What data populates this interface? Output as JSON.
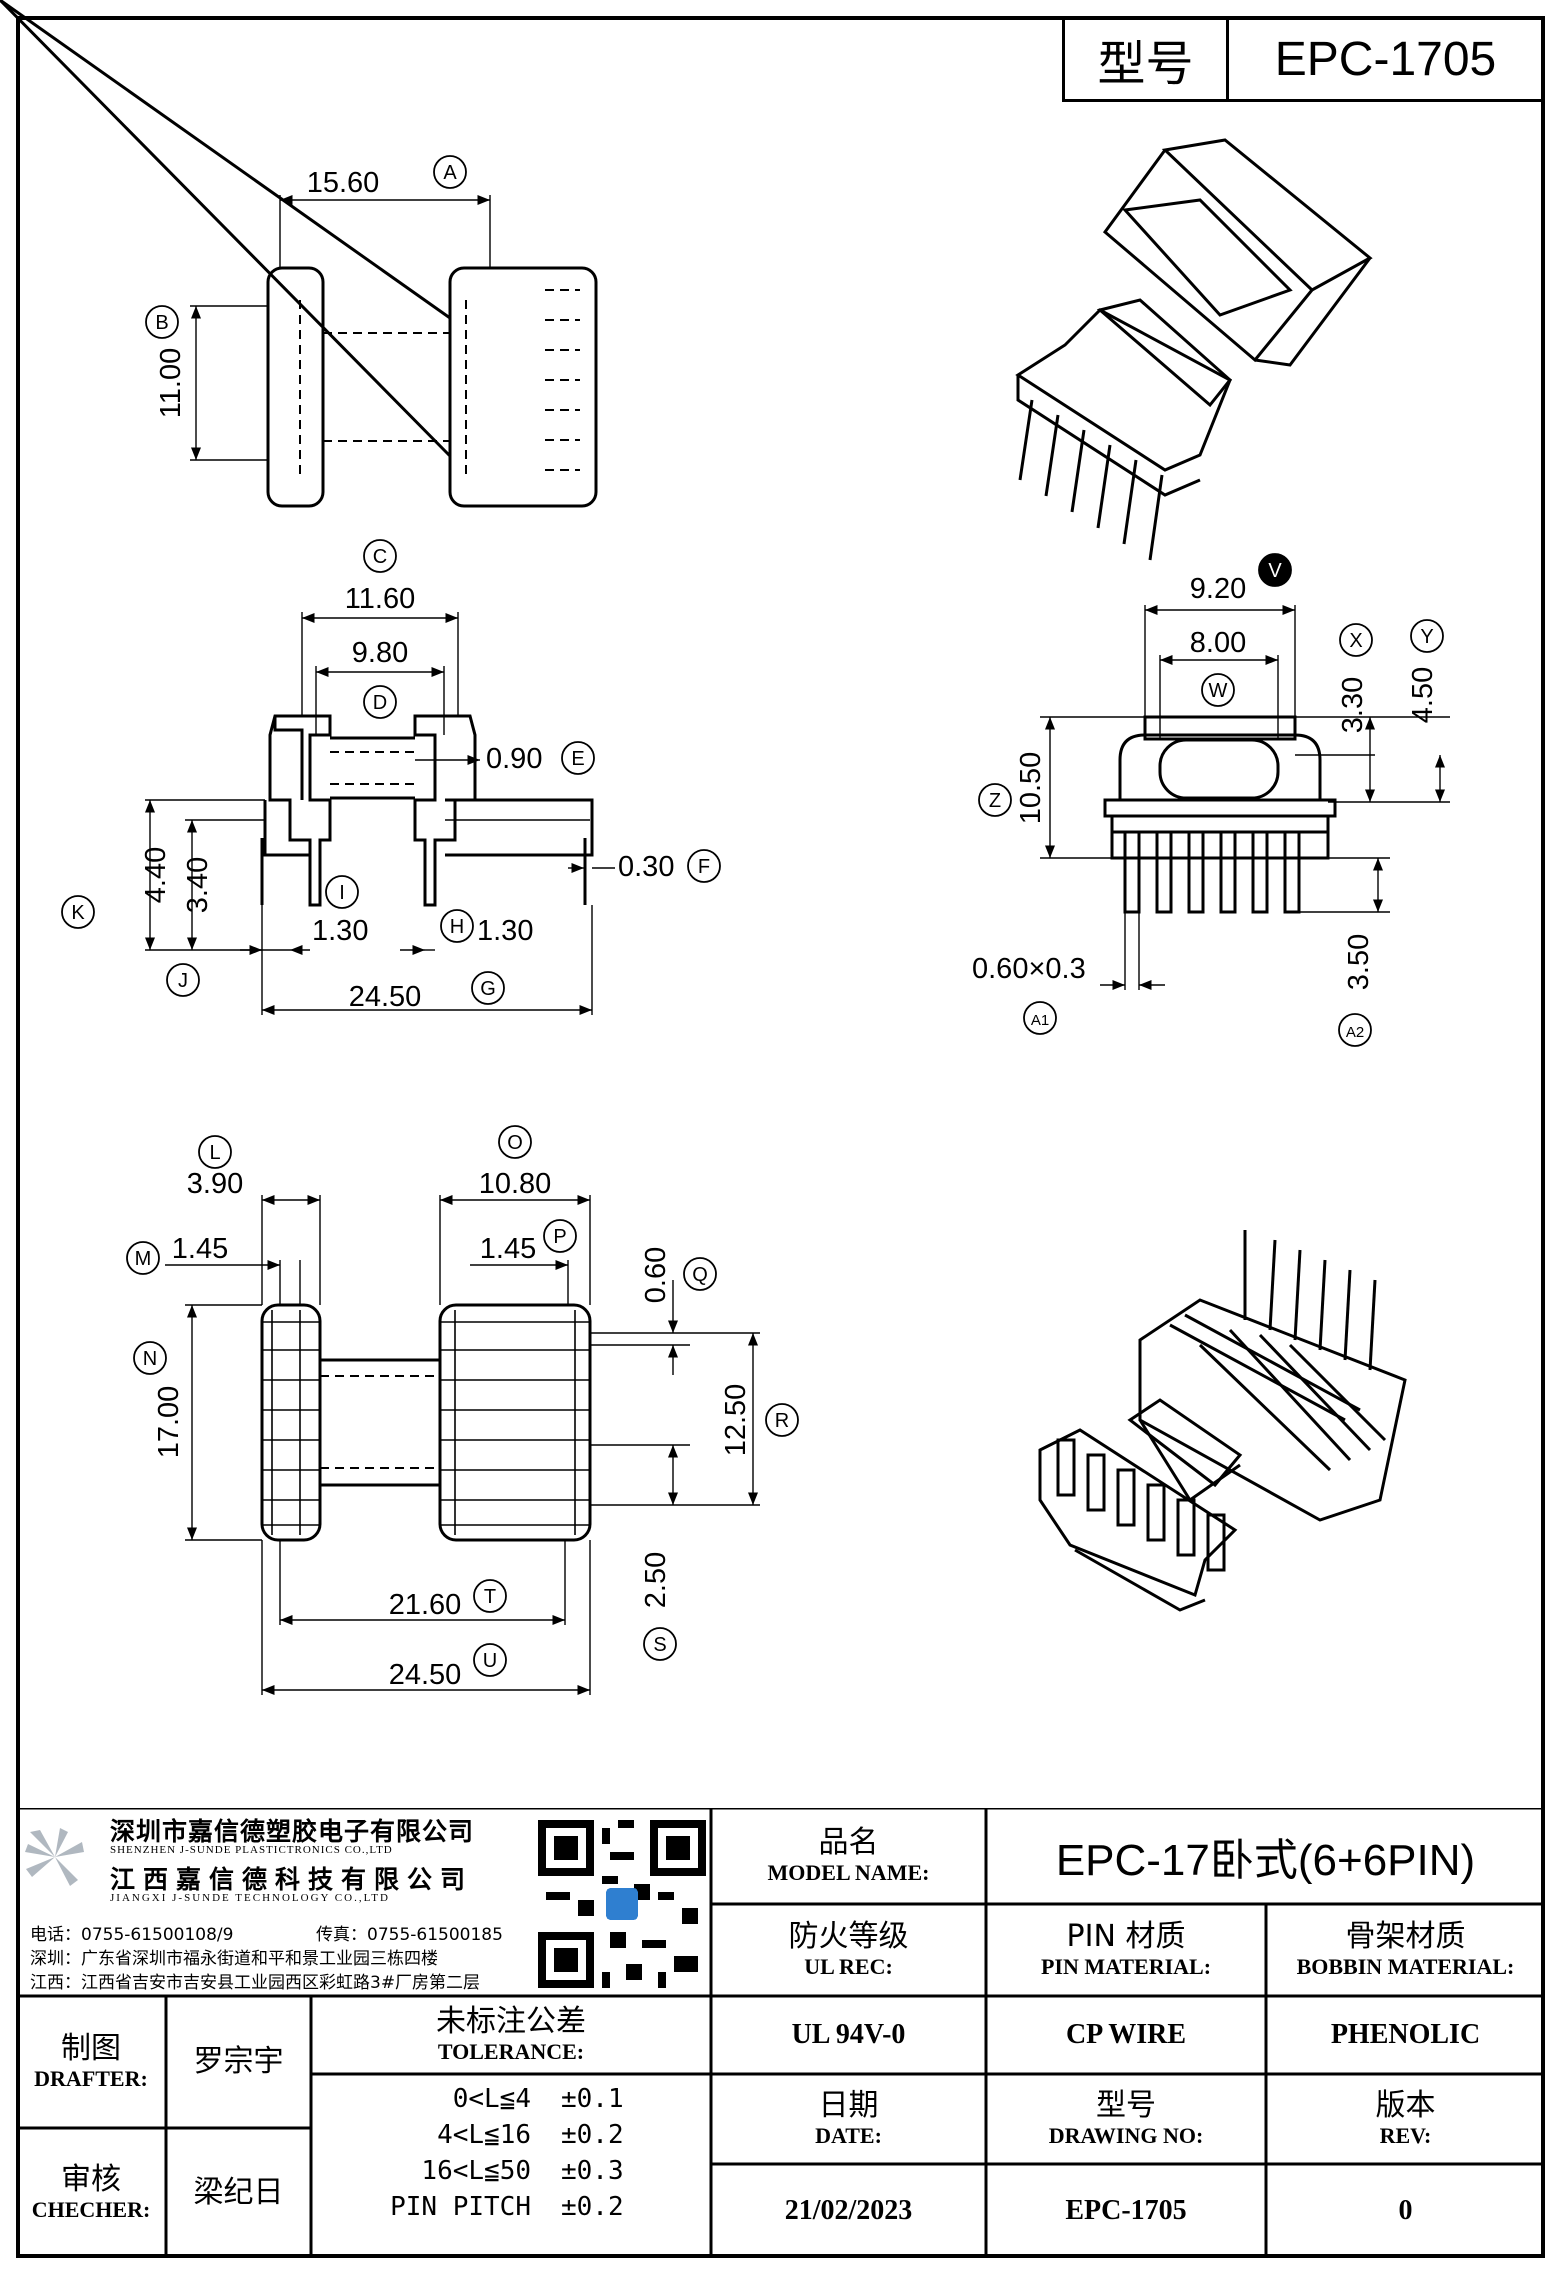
{
  "header": {
    "model_label": "型号",
    "model_value": "EPC-1705"
  },
  "dimensions": {
    "A": "15.60",
    "B": "11.00",
    "C": "11.60",
    "D": "9.80",
    "E": "0.90",
    "F": "0.30",
    "G": "24.50",
    "H": "1.30",
    "I": "1.30",
    "J": "3.40",
    "K": "4.40",
    "V": "9.20",
    "W": "8.00",
    "X": "3.30",
    "Y": "4.50",
    "Z": "10.50",
    "A1": "0.60×0.3",
    "A2": "3.50",
    "L": "3.90",
    "M": "1.45",
    "N": "17.00",
    "O": "10.80",
    "P": "1.45",
    "Q": "0.60",
    "R": "12.50",
    "S": "2.50",
    "T": "21.60",
    "U": "24.50"
  },
  "dimension_tags": [
    "A",
    "B",
    "C",
    "D",
    "E",
    "F",
    "G",
    "H",
    "I",
    "J",
    "K",
    "V",
    "W",
    "X",
    "Y",
    "Z",
    "A1",
    "A2",
    "L",
    "M",
    "N",
    "O",
    "P",
    "Q",
    "R",
    "S",
    "T",
    "U"
  ],
  "company": {
    "name_cn": "深圳市嘉信德塑胶电子有限公司",
    "name_en": "SHENZHEN J-SUNDE PLASTICTRONICS CO.,LTD",
    "name2_cn": "江西嘉信德科技有限公司",
    "name2_en": "JIANGXI J-SUNDE TECHNOLOGY CO.,LTD",
    "tel": "电话：0755-61500108/9",
    "fax": "传真：0755-61500185",
    "addr_sz": "深圳：广东省深圳市福永街道和平和景工业园三栋四楼",
    "addr_jx": "江西：江西省吉安市吉安县工业园西区彩虹路3#厂房第二层"
  },
  "title_block": {
    "model_name_cn": "品名",
    "model_name_en": "MODEL NAME:",
    "model_name_value": "EPC-17卧式(6+6PIN)",
    "ul_cn": "防火等级",
    "ul_en": "UL REC:",
    "pin_cn": "PIN 材质",
    "pin_en": "PIN MATERIAL:",
    "bobbin_cn": "骨架材质",
    "bobbin_en": "BOBBIN MATERIAL:",
    "ul_value": "UL 94V-0",
    "pin_value": "CP WIRE",
    "bobbin_value": "PHENOLIC",
    "drafter_cn": "制图",
    "drafter_en": "DRAFTER:",
    "drafter_value": "罗宗宇",
    "checker_cn": "审核",
    "checker_en": "CHECHER:",
    "checker_value": "梁纪日",
    "tolerance_cn": "未标注公差",
    "tolerance_en": "TOLERANCE:",
    "tolerances": [
      {
        "range": "0<L≦4",
        "value": "±0.1"
      },
      {
        "range": "4<L≦16",
        "value": "±0.2"
      },
      {
        "range": "16<L≦50",
        "value": "±0.3"
      },
      {
        "range": "PIN PITCH",
        "value": "±0.2"
      }
    ],
    "date_cn": "日期",
    "date_en": "DATE:",
    "date_value": "21/02/2023",
    "drawing_cn": "型号",
    "drawing_en": "DRAWING NO:",
    "drawing_value": "EPC-1705",
    "rev_cn": "版本",
    "rev_en": "REV:",
    "rev_value": "0"
  }
}
